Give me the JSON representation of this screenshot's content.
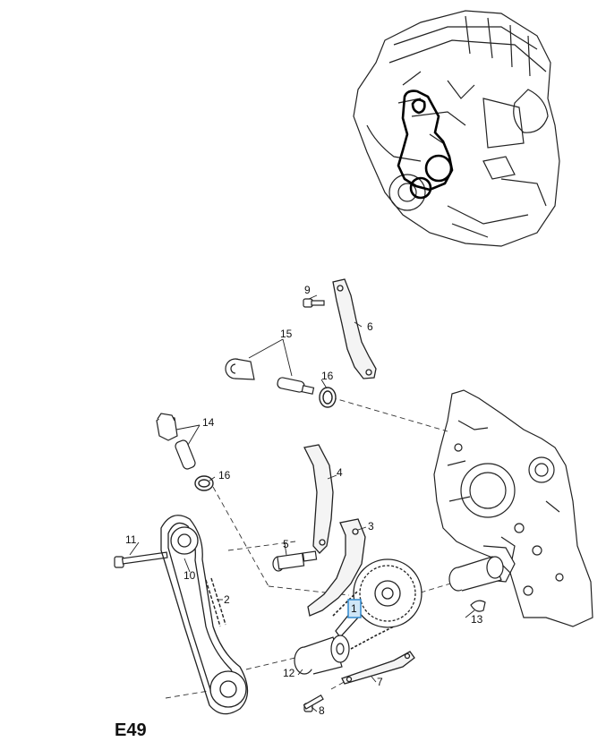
{
  "figure_label": "E49",
  "callouts": [
    "1",
    "2",
    "3",
    "4",
    "5",
    "6",
    "7",
    "8",
    "9",
    "10",
    "11",
    "12",
    "13",
    "14",
    "15",
    "16",
    "16"
  ],
  "highlighted_callout": "1"
}
